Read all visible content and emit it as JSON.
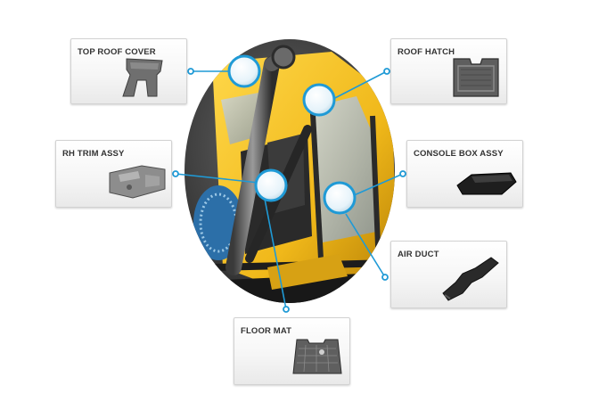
{
  "parts": [
    {
      "id": "top-roof-cover",
      "label": "TOP ROOF COVER",
      "icon": "roof-cover-icon"
    },
    {
      "id": "roof-hatch",
      "label": "ROOF HATCH",
      "icon": "roof-hatch-icon"
    },
    {
      "id": "rh-trim-assy",
      "label": "RH TRIM ASSY",
      "icon": "trim-panel-icon"
    },
    {
      "id": "console-box-assy",
      "label": "CONSOLE BOX ASSY",
      "icon": "console-box-icon"
    },
    {
      "id": "air-duct",
      "label": "AIR DUCT",
      "icon": "air-duct-icon"
    },
    {
      "id": "floor-mat",
      "label": "FLOOR MAT",
      "icon": "floor-mat-icon"
    }
  ],
  "colors": {
    "accent": "#1f9ad6",
    "cab_yellow": "#f0b81a",
    "card_border": "#d2d2d2",
    "label": "#333333"
  }
}
